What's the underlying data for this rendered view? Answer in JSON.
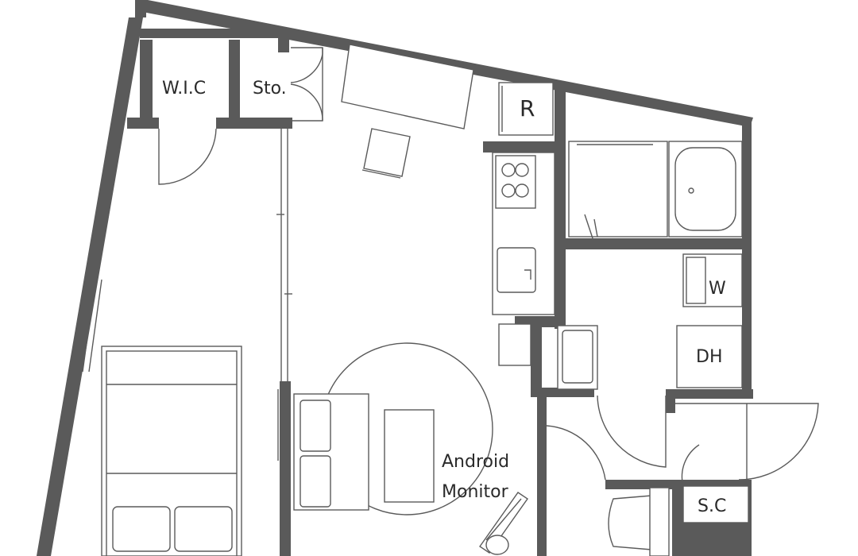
{
  "labels": {
    "wic": "W.I.C",
    "storage": "Sto.",
    "refrigerator": "R",
    "washer": "W",
    "dehumidifier": "DH",
    "shoe_closet": "S.C",
    "monitor_line1": "Android",
    "monitor_line2": "Monitor"
  },
  "colors": {
    "wall": "#5a5a5a",
    "line": "#5a5a5a",
    "text": "#2a2a2a",
    "background": "#ffffff"
  }
}
